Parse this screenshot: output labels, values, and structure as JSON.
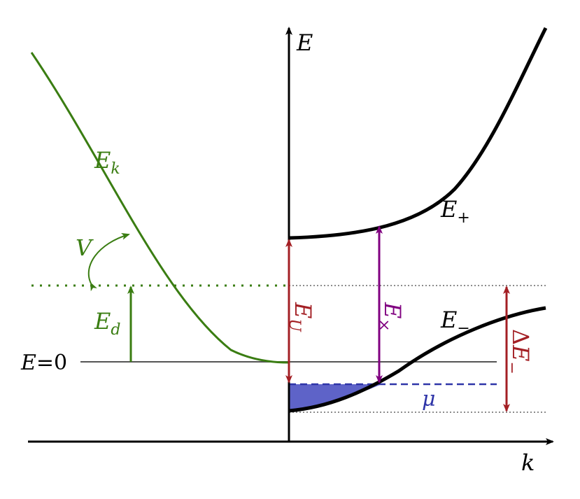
{
  "labels": {
    "axis_e": "E",
    "axis_k": "k",
    "ek_base": "E",
    "ek_sub": "k",
    "eplus_base": "E",
    "eplus_sub": "+",
    "eminus_base": "E",
    "eminus_sub": "−",
    "v": "V",
    "ed_base": "E",
    "ed_sub": "d",
    "zero_e": "E",
    "zero_eq": "=0",
    "eu_base": "E",
    "eu_sub": "U",
    "ex_base": "E",
    "ex_sub": "×",
    "de_delta": "Δ",
    "de_base": "E",
    "de_sub": "−",
    "mu": "μ"
  },
  "colors": {
    "axis": "#000000",
    "band": "#000000",
    "green": "#3a7d12",
    "red": "#a31f24",
    "purple": "#800080",
    "blue": "#2f35a8",
    "fill": "#5e63c8",
    "zero": "#555555",
    "dotted": "#666666"
  }
}
